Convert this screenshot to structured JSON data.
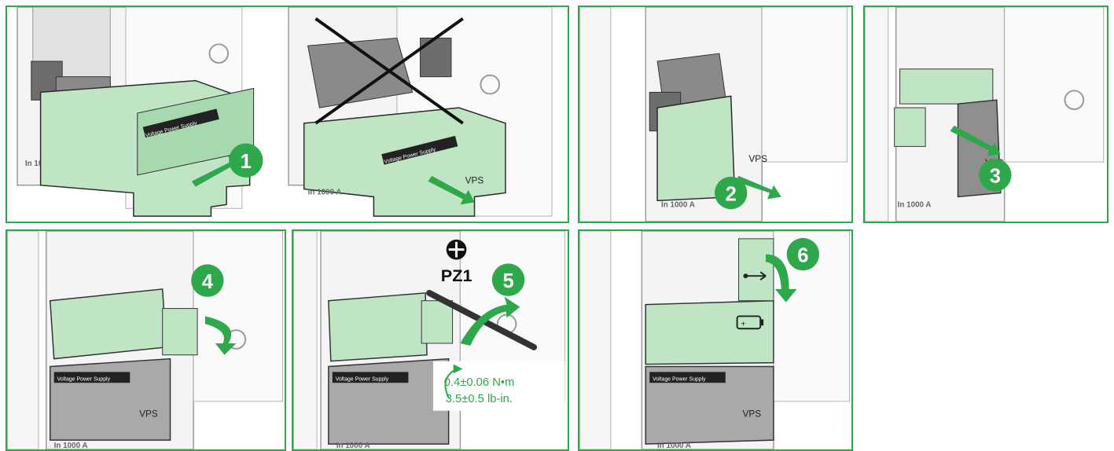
{
  "module_label": "Voltage Power Supply",
  "module_mark": "VPS",
  "rating_label": "In 1000 A",
  "rating_label_short": "In 1000",
  "tool_label": "PZ1",
  "torque": {
    "metric": "0.4±0.06 N•m",
    "imperial": "3.5±0.5 lb-in."
  },
  "steps": [
    "1",
    "2",
    "3",
    "4",
    "5",
    "6"
  ],
  "colors": {
    "frame": "#2ea84a",
    "module_green": "#bfe5c4",
    "module_grey": "#a9a9a9",
    "badge": "#2ea84a",
    "cross": "#111111"
  },
  "icons": [
    "wrong-cross-icon",
    "phillips-screwdriver-icon",
    "usb-port-icon",
    "battery-icon",
    "rotate-arrow-icon",
    "push-arrow-icon"
  ]
}
